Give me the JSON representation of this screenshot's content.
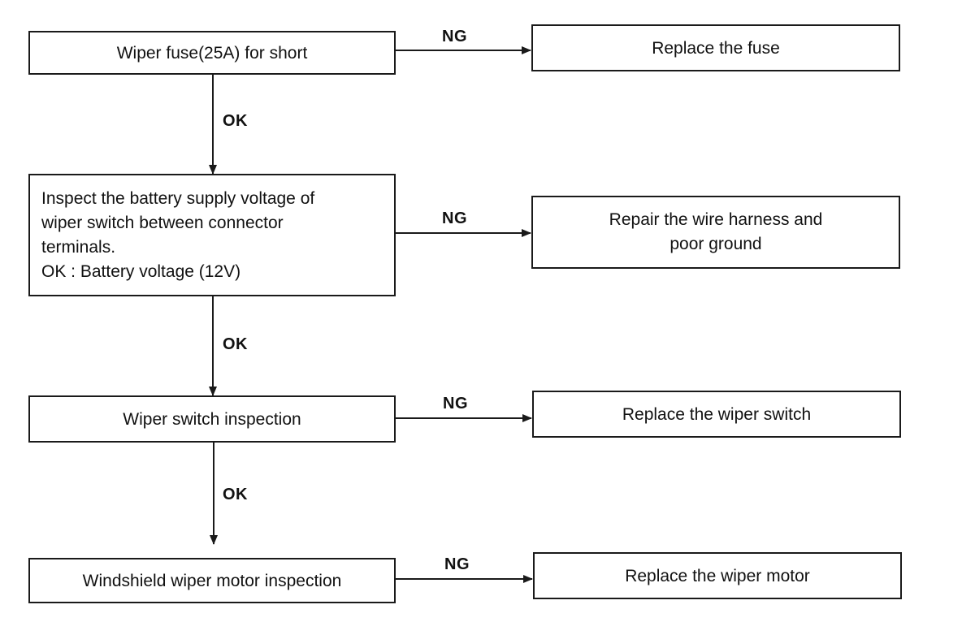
{
  "diagram": {
    "steps": [
      {
        "check": "Wiper fuse(25A) for short",
        "fail_label": "NG",
        "fail_action": "Replace the fuse",
        "pass_label": "OK"
      },
      {
        "check": "Inspect the battery supply voltage of\nwiper switch between connector\nterminals.\nOK : Battery voltage (12V)",
        "fail_label": "NG",
        "fail_action": "Repair the wire harness and\npoor ground",
        "pass_label": "OK"
      },
      {
        "check": "Wiper switch inspection",
        "fail_label": "NG",
        "fail_action": "Replace the wiper switch",
        "pass_label": "OK"
      },
      {
        "check": "Windshield wiper motor inspection",
        "fail_label": "NG",
        "fail_action": "Replace the wiper motor"
      }
    ],
    "line_color": "#1a1a1a"
  }
}
